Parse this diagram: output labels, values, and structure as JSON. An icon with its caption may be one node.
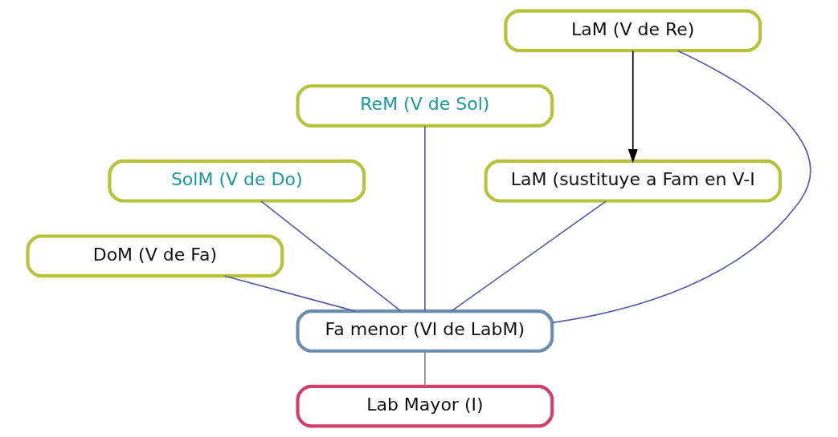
{
  "diagram": {
    "nodes": [
      {
        "text": [
          "LaM (V de Re)"
        ]
      },
      {
        "text": [
          "ReM (V de Sol)"
        ]
      },
      {
        "text": [
          "SolM (V de Do)"
        ]
      },
      {
        "text": [
          "DoM (V de Fa)"
        ]
      },
      {
        "text": [
          "LaM (sustituye a Fam en V-I"
        ]
      },
      {
        "text": [
          "Fa menor (VI de LabM)"
        ]
      },
      {
        "text": [
          "Lab Mayor (I)"
        ]
      }
    ],
    "edges": [
      {
        "from": 0,
        "to": 5,
        "arrow": "none"
      },
      {
        "from": 1,
        "to": 5,
        "arrow": "none"
      },
      {
        "from": 2,
        "to": 5,
        "arrow": "none"
      },
      {
        "from": 3,
        "to": 5,
        "arrow": "none"
      },
      {
        "from": 4,
        "to": 5,
        "arrow": "none"
      },
      {
        "from": 5,
        "to": 6,
        "arrow": "none",
        "color": "#888888"
      },
      {
        "from": 0,
        "to": 4,
        "arrow": "to",
        "color": "#000000"
      }
    ]
  }
}
